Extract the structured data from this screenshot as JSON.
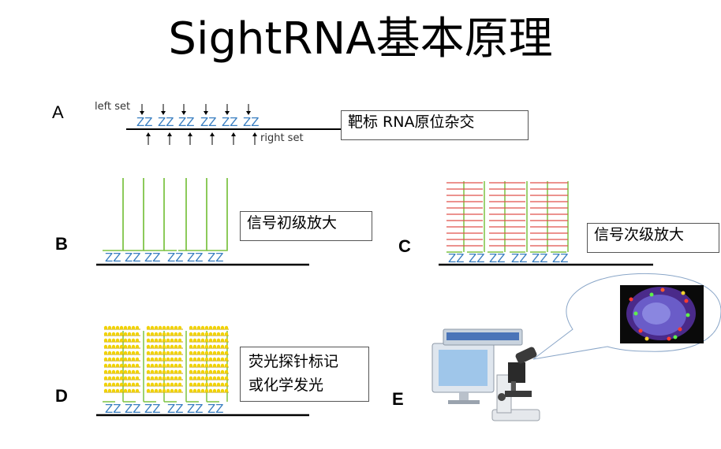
{
  "title": "SightRNA基本原理",
  "panels": {
    "A": {
      "letter": "A",
      "label": "靶标 RNA原位杂交",
      "left_label": "left set",
      "right_label": "right set"
    },
    "B": {
      "letter": "B",
      "label": "信号初级放大"
    },
    "C": {
      "letter": "C",
      "label": "信号次级放大"
    },
    "D": {
      "letter": "D",
      "label_line1": "荧光探针标记",
      "label_line2": "或化学发光"
    },
    "E": {
      "letter": "E"
    }
  },
  "probe_pair_text": "ZZ",
  "colors": {
    "probe_z": "#3a7fc1",
    "probe_z2": "#3bb0a8",
    "preamplifier": "#7cc243",
    "amplifier": "#e0524b",
    "label_probe": "#f2d300",
    "rna": "#000000"
  },
  "icons": {
    "microscope": "microscope-icon",
    "computer": "computer-monitor-icon",
    "cell_image": "fluorescent-cell-image"
  }
}
